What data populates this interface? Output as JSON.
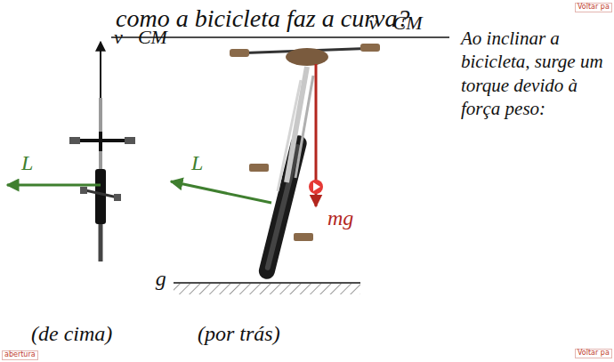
{
  "diagram": {
    "title": "como a bicicleta faz a curva?",
    "labels": [
      "v⃗CM",
      "L⃗",
      "⊗ g⃗",
      "(de cima)",
      "⊗ v⃗CM",
      "L⃗",
      "mg⃗",
      "(por trás)",
      "Ao inclinar a bicicleta, surge um torque devido à força peso:",
      "Voltar pa",
      "Voltar pa",
      "abertura"
    ]
  }
}
